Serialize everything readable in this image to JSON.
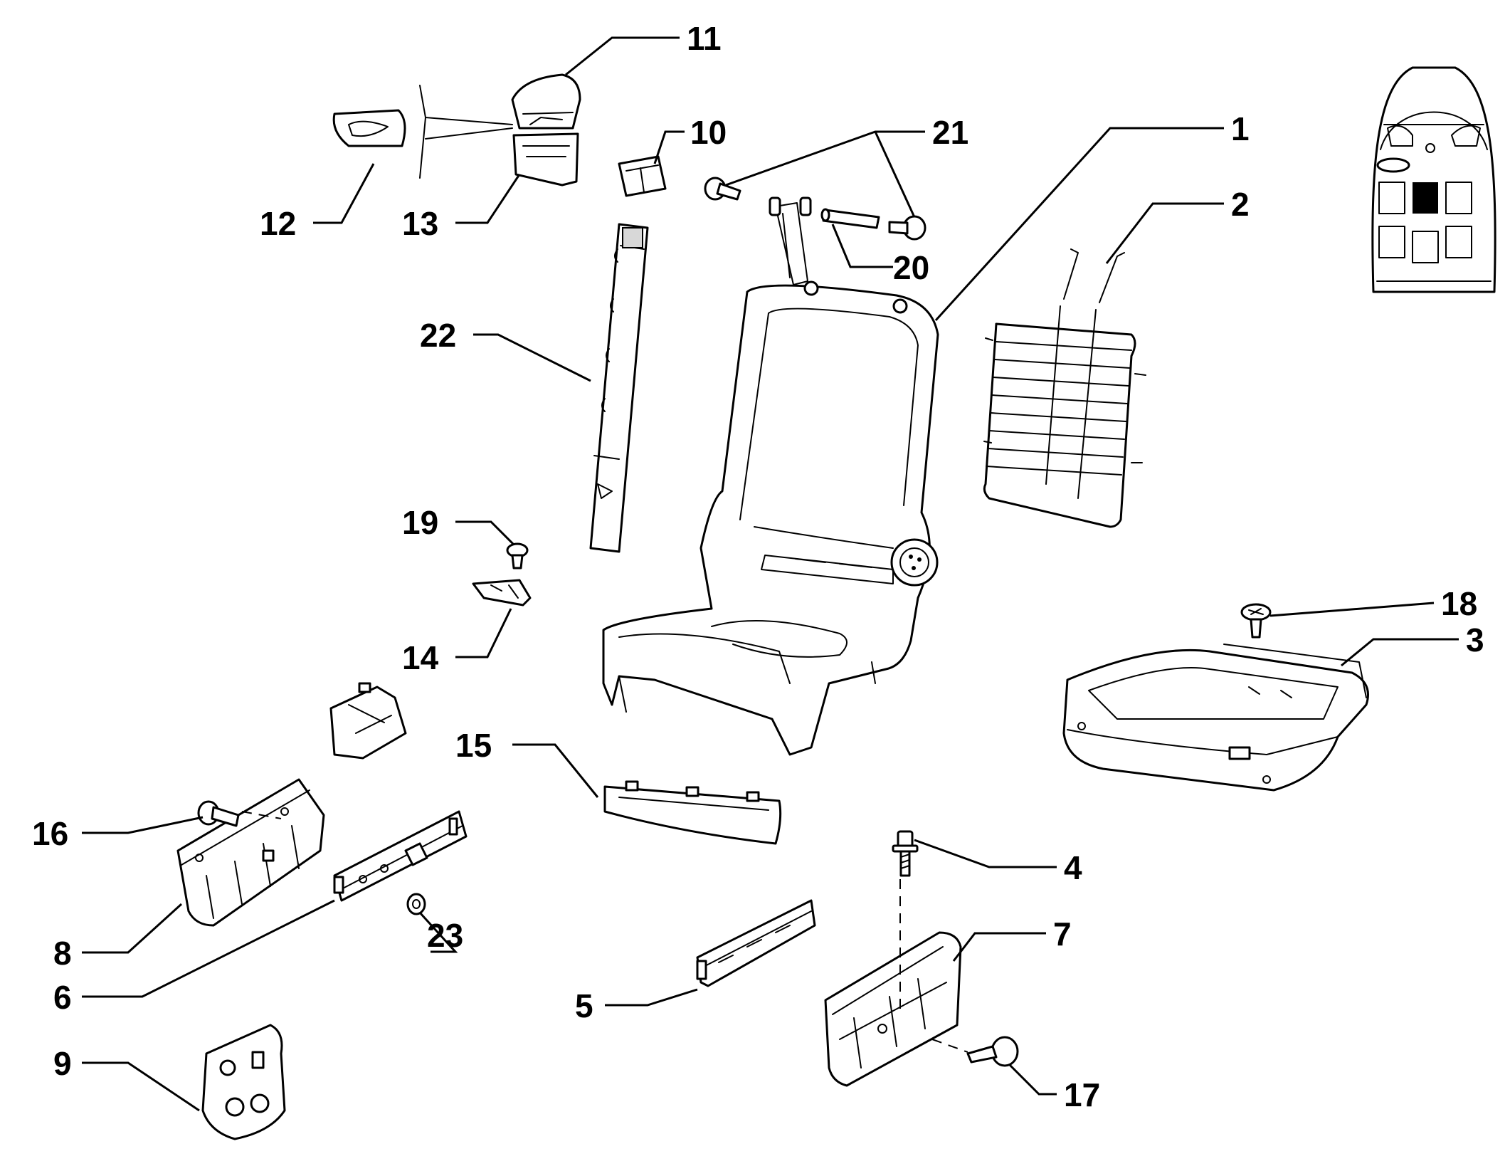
{
  "callouts": [
    {
      "id": "1",
      "label": "1"
    },
    {
      "id": "2",
      "label": "2"
    },
    {
      "id": "3",
      "label": "3"
    },
    {
      "id": "4",
      "label": "4"
    },
    {
      "id": "5",
      "label": "5"
    },
    {
      "id": "6",
      "label": "6"
    },
    {
      "id": "7",
      "label": "7"
    },
    {
      "id": "8",
      "label": "8"
    },
    {
      "id": "9",
      "label": "9"
    },
    {
      "id": "10",
      "label": "10"
    },
    {
      "id": "11",
      "label": "11"
    },
    {
      "id": "12",
      "label": "12"
    },
    {
      "id": "13",
      "label": "13"
    },
    {
      "id": "14",
      "label": "14"
    },
    {
      "id": "15",
      "label": "15"
    },
    {
      "id": "16",
      "label": "16"
    },
    {
      "id": "17",
      "label": "17"
    },
    {
      "id": "18",
      "label": "18"
    },
    {
      "id": "19",
      "label": "19"
    },
    {
      "id": "20",
      "label": "20"
    },
    {
      "id": "21",
      "label": "21"
    },
    {
      "id": "22",
      "label": "22"
    },
    {
      "id": "23",
      "label": "23"
    }
  ],
  "locator": {
    "highlighted_seat": "second row center"
  },
  "colors": {
    "line": "#000000",
    "background": "#ffffff",
    "highlight": "#000000"
  }
}
